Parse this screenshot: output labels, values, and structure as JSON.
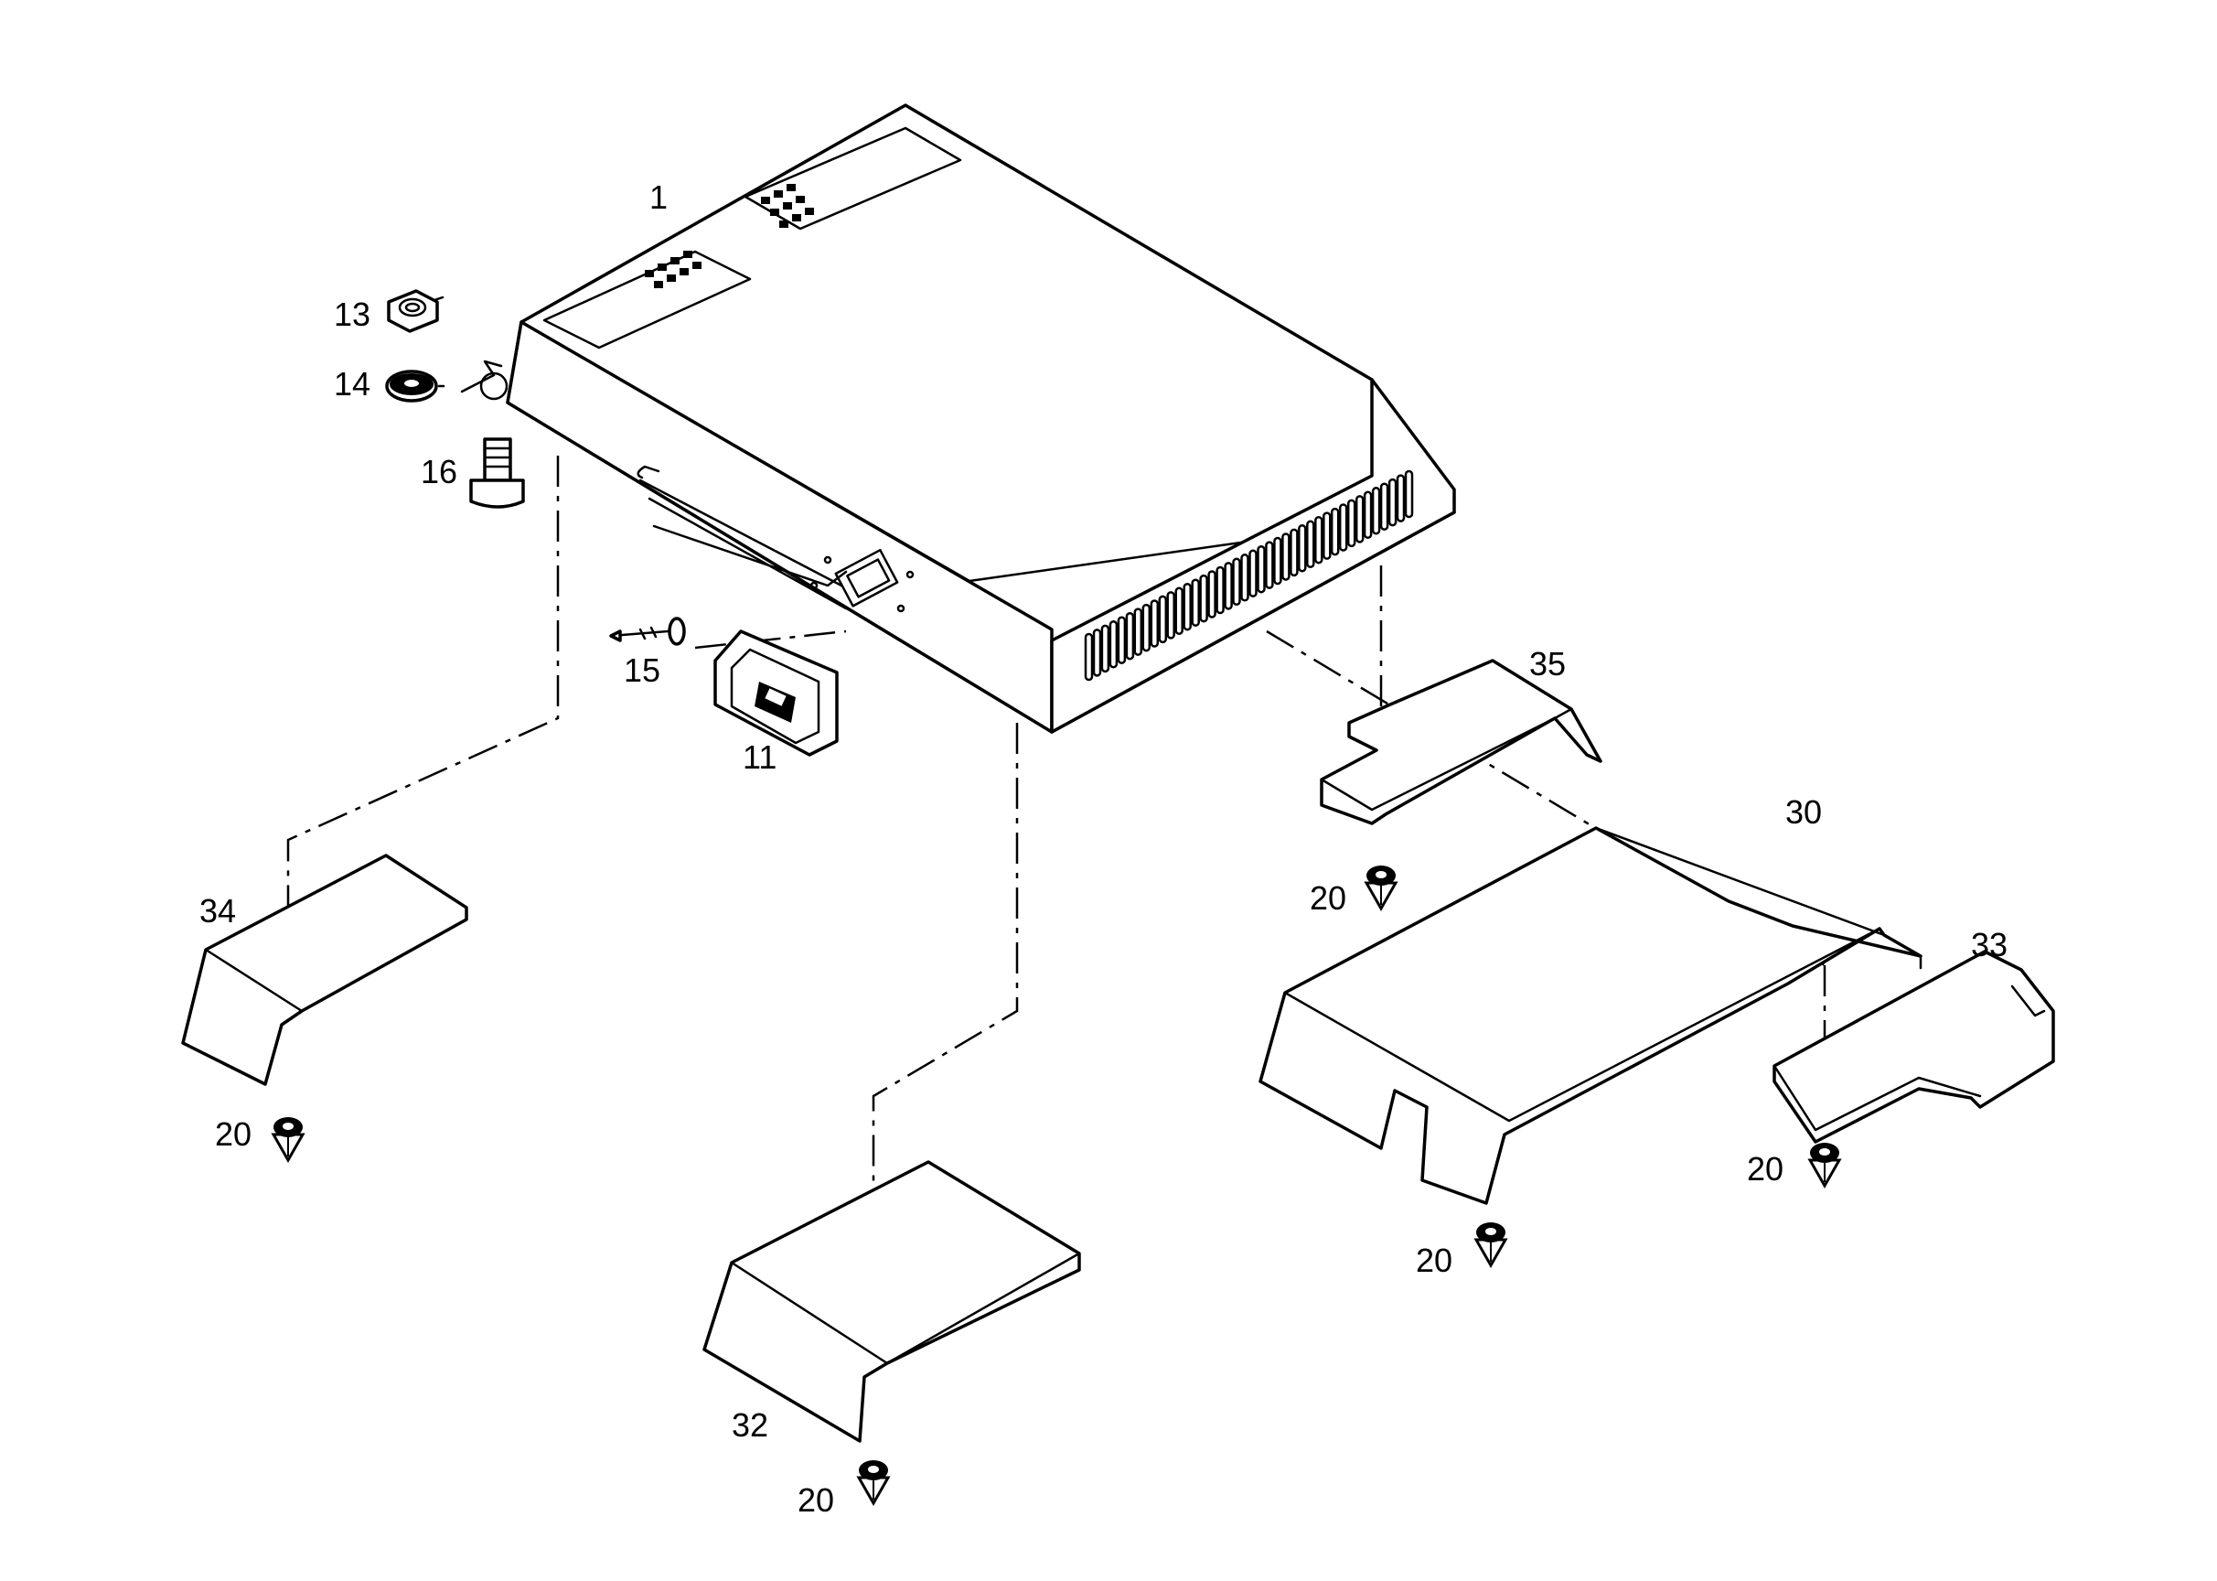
{
  "diagram": {
    "callouts": {
      "c1": "1",
      "c13": "13",
      "c14": "14",
      "c16": "16",
      "c15": "15",
      "c11": "11",
      "c34": "34",
      "c35": "35",
      "c30": "30",
      "c33": "33",
      "c32": "32",
      "c20a": "20",
      "c20b": "20",
      "c20c": "20",
      "c20d": "20",
      "c20e": "20"
    },
    "parts": [
      {
        "ref": "1",
        "name": "cover"
      },
      {
        "ref": "11",
        "name": "plate"
      },
      {
        "ref": "13",
        "name": "nut"
      },
      {
        "ref": "14",
        "name": "washer"
      },
      {
        "ref": "15",
        "name": "screw"
      },
      {
        "ref": "16",
        "name": "bolt"
      },
      {
        "ref": "20",
        "name": "clip"
      },
      {
        "ref": "30",
        "name": "mat"
      },
      {
        "ref": "32",
        "name": "mat"
      },
      {
        "ref": "33",
        "name": "mat"
      },
      {
        "ref": "34",
        "name": "mat"
      },
      {
        "ref": "35",
        "name": "mat"
      }
    ],
    "icons": [
      "cover-drawing",
      "nut-icon",
      "washer-icon",
      "bolt-icon",
      "screw-icon",
      "plate-icon",
      "clip-icon"
    ],
    "colors": {
      "line": "#000000",
      "background": "#ffffff"
    }
  }
}
